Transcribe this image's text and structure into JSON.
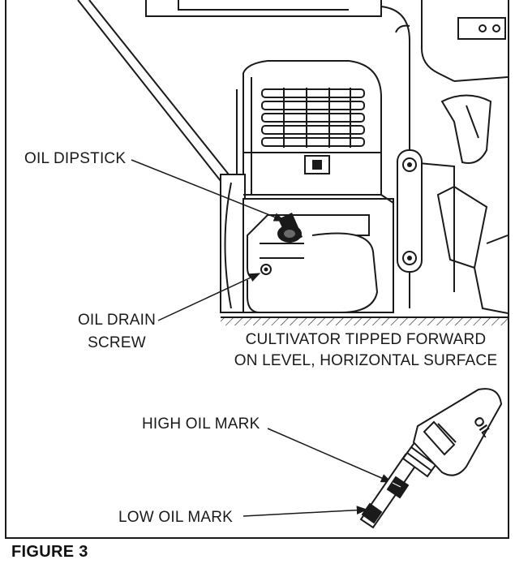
{
  "labels": {
    "oil_dipstick": "OIL DIPSTICK",
    "oil_drain_line1": "OIL DRAIN",
    "oil_drain_line2": "SCREW",
    "cultivator_line1": "CULTIVATOR TIPPED FORWARD",
    "cultivator_line2": "ON LEVEL, HORIZONTAL SURFACE",
    "high_oil_mark": "HIGH OIL MARK",
    "low_oil_mark": "LOW OIL MARK",
    "dipstick_cap_text": "OIL"
  },
  "caption": "FIGURE 3",
  "colors": {
    "ink": "#1a1a1a",
    "background": "#ffffff"
  }
}
